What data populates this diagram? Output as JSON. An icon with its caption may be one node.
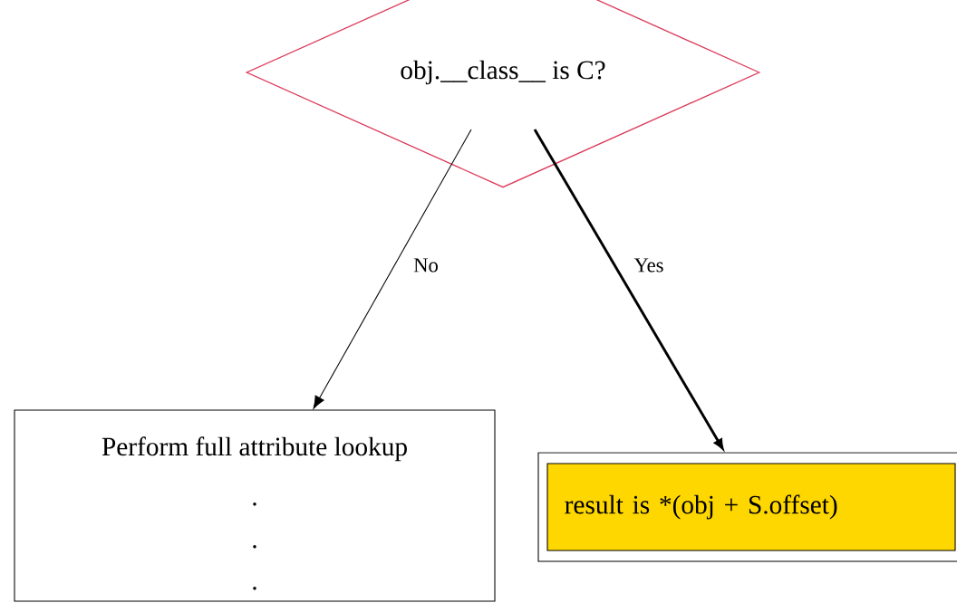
{
  "diagram": {
    "nodes": [
      {
        "text": [
          "obj.__class__ is C?"
        ]
      },
      {
        "text": [
          "Perform full attribute lookup",
          ".",
          ".",
          "."
        ]
      },
      {
        "text": [
          "result is *(obj + S.offset)"
        ]
      }
    ],
    "edges": [
      {
        "from": 0,
        "to": 1,
        "arrow": "to",
        "label": "No"
      },
      {
        "from": 0,
        "to": 2,
        "arrow": "to",
        "label": "Yes",
        "style": "thick"
      }
    ]
  }
}
